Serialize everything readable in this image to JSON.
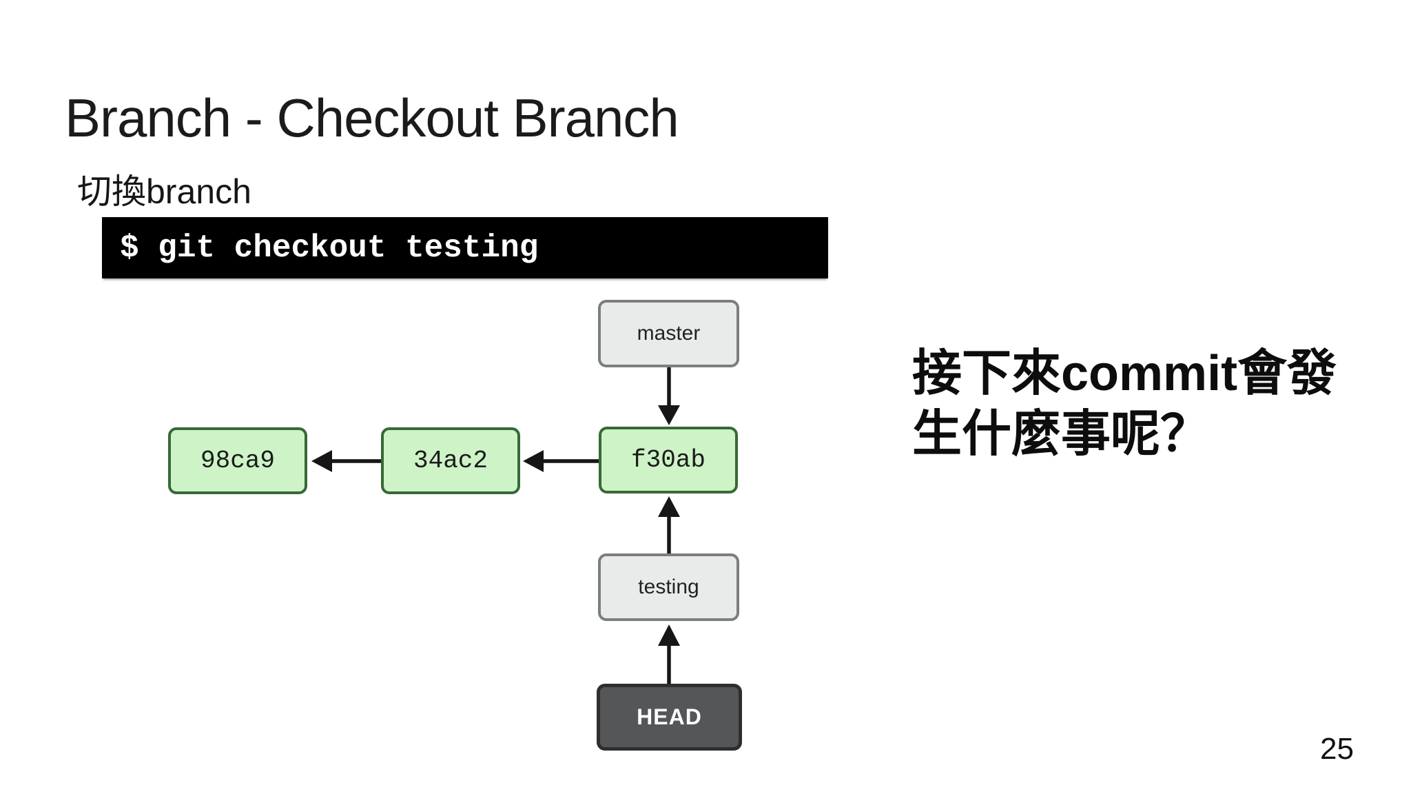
{
  "slide": {
    "title": "Branch - Checkout Branch",
    "subtitle": "切換branch",
    "terminal_command": "$ git checkout testing",
    "note": {
      "line1": "接下來commit會發",
      "line2": "生什麼事呢？"
    },
    "page_number": "25"
  },
  "diagram": {
    "commits": [
      {
        "id": "98ca9"
      },
      {
        "id": "34ac2"
      },
      {
        "id": "f30ab"
      }
    ],
    "branches": {
      "master": "master",
      "testing": "testing"
    },
    "head_label": "HEAD"
  },
  "colors": {
    "text": "#1b1b1b",
    "terminal_bg": "#000000",
    "terminal_text": "#ffffff",
    "commit_fill": "#cdf3c6",
    "commit_border": "#376937",
    "branch_fill": "#e9ebea",
    "branch_border": "#7b7f7c",
    "head_fill": "#545657",
    "head_border": "#2e2e2e",
    "arrow": "#161616"
  }
}
